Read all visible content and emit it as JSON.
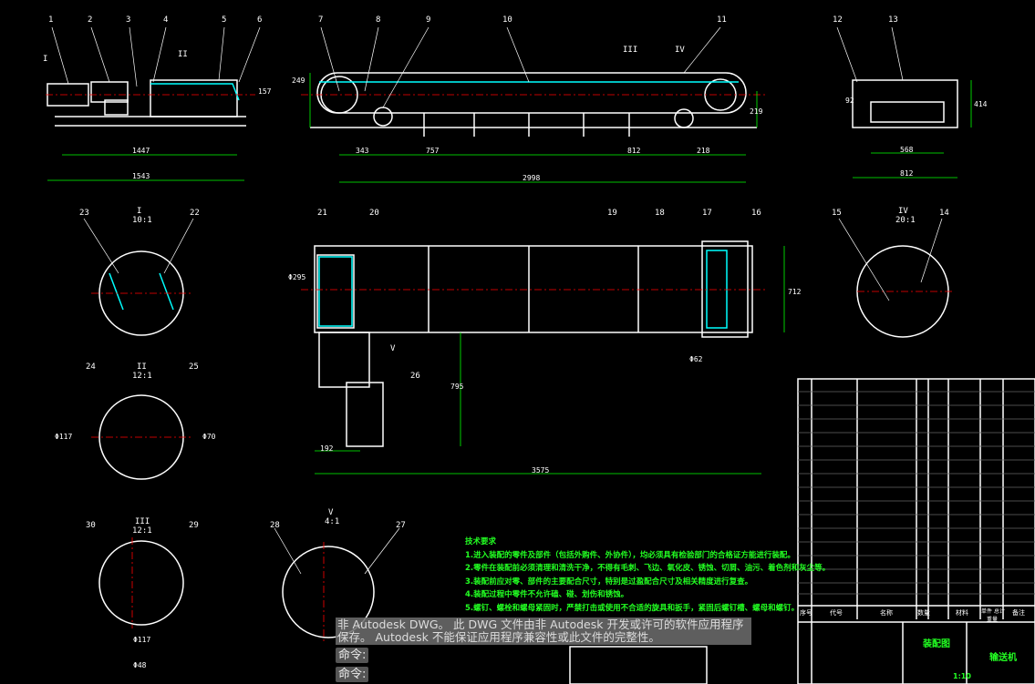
{
  "drawing": {
    "part_numbers": [
      "1",
      "2",
      "3",
      "4",
      "5",
      "6",
      "7",
      "8",
      "9",
      "10",
      "11",
      "12",
      "13",
      "14",
      "15",
      "16",
      "17",
      "18",
      "19",
      "21",
      "20",
      "22",
      "23",
      "24",
      "25",
      "26",
      "27",
      "28",
      "29",
      "30"
    ],
    "views": [
      {
        "id": "I",
        "scale": "10:1"
      },
      {
        "id": "II",
        "scale": "12:1"
      },
      {
        "id": "III",
        "scale": "12:1"
      },
      {
        "id": "IV",
        "scale": "20:1"
      },
      {
        "id": "V",
        "scale": "4:1"
      }
    ],
    "dimensions": {
      "left_inner": "1447",
      "left_outer": "1543",
      "left_height": "157",
      "front_a": "343",
      "front_b": "757",
      "front_c": "812",
      "front_d": "218",
      "front_total": "2998",
      "front_h1": "249",
      "front_h2": "219",
      "side_inner": "568",
      "side_outer": "812",
      "side_h1": "92",
      "side_h2": "414",
      "plan_dia": "Φ295",
      "plan_width": "712",
      "plan_depth": "795",
      "plan_offset": "192",
      "plan_total": "3575",
      "plan_dia2": "Φ62",
      "det2_a": "Φ117",
      "det2_b": "Φ70",
      "det3_a": "Φ117",
      "det3_b": "Φ48"
    },
    "tech_requirements": {
      "title": "技术要求",
      "items": [
        "1.进入装配的零件及部件（包括外购件、外协件），均必须具有检验部门的合格证方能进行装配。",
        "2.零件在装配前必须清理和清洗干净，不得有毛刺、飞边、氧化皮、锈蚀、切屑、油污、着色剂和灰尘等。",
        "3.装配前应对零、部件的主要配合尺寸，特别是过盈配合尺寸及相关精度进行复查。",
        "4.装配过程中零件不允许磕、碰、划伤和锈蚀。",
        "5.螺钉、螺栓和螺母紧固时，严禁打击或使用不合适的旋具和扳手，紧固后螺钉槽、螺母和螺钉。"
      ]
    },
    "title_block": {
      "drawing_name": "输送机",
      "drawing_type": "装配图",
      "headers": [
        "序号",
        "代号",
        "名称",
        "数量",
        "材料",
        "单件",
        "总计",
        "重量",
        "备注"
      ],
      "scale": "1:10"
    }
  },
  "command_line": {
    "warning": "非 Autodesk DWG。 此 DWG 文件由非 Autodesk 开发或许可的软件应用程序保存。 Autodesk 不能保证应用程序兼容性或此文件的完整性。",
    "prompt1": "命令:",
    "prompt2": "命令:"
  },
  "colors": {
    "background": "#000000",
    "geometry": "#ffffff",
    "dimension": "#00ff00",
    "hatch": "#00ffff",
    "centerline": "#ff0000",
    "highlight": "#ff00ff"
  }
}
